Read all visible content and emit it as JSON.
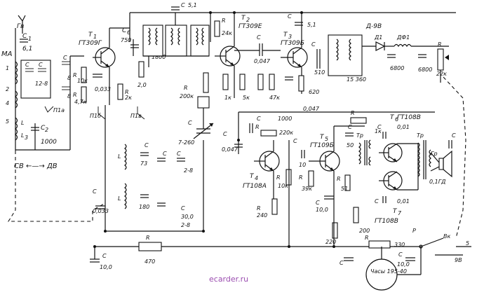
{
  "watermark": "ecarder.ru",
  "band_switch_caption": "CB ←—→ ДB",
  "antenna": {
    "label": "Гв",
    "ma_label": "MA"
  },
  "transistors": [
    {
      "ref": "T1",
      "type": "ГТ309Г"
    },
    {
      "ref": "T2",
      "type": "ГТ309E"
    },
    {
      "ref": "T3",
      "type": "ГТ309Б"
    },
    {
      "ref": "T4",
      "type": "ГТ108A"
    },
    {
      "ref": "T5",
      "type": "ГТ109Б"
    },
    {
      "ref": "T6",
      "type": "ГТ108B"
    },
    {
      "ref": "T7",
      "type": "ГТ108B"
    }
  ],
  "resistors": [
    {
      "ref": "R1",
      "value": ""
    },
    {
      "ref": "R2",
      "value": "10к"
    },
    {
      "ref": "R3",
      "value": "4,7к"
    },
    {
      "ref": "R4",
      "value": "2к"
    },
    {
      "ref": "R5",
      "value": "200к"
    },
    {
      "ref": "R6",
      "value": "24к"
    },
    {
      "ref": "R7",
      "value": "1к"
    },
    {
      "ref": "R8",
      "value": "5к"
    },
    {
      "ref": "R9",
      "value": ""
    },
    {
      "ref": "R10",
      "value": "47к"
    },
    {
      "ref": "R11",
      "value": "620"
    },
    {
      "ref": "R12",
      "value": ""
    },
    {
      "ref": "R13",
      "value": "22к"
    },
    {
      "ref": "R14",
      "value": "470"
    },
    {
      "ref": "R15",
      "value": "220к"
    },
    {
      "ref": "R16",
      "value": "240"
    },
    {
      "ref": "R17",
      "value": "10к"
    },
    {
      "ref": "R18",
      "value": "39к"
    },
    {
      "ref": "R19",
      "value": ""
    },
    {
      "ref": "R20",
      "value": "51"
    },
    {
      "ref": "R21",
      "value": "1к"
    },
    {
      "ref": "R22",
      "value": "220"
    },
    {
      "ref": "R23",
      "value": ""
    },
    {
      "ref": "R24",
      "value": "200"
    },
    {
      "ref": "R25",
      "value": "330"
    }
  ],
  "capacitors": [
    {
      "ref": "C1",
      "value": "6,1"
    },
    {
      "ref": "C2",
      "value": "1000"
    },
    {
      "ref": "C3",
      "value": "0,033"
    },
    {
      "ref": "C6",
      "value": "750"
    },
    {
      "ref": "C9",
      "value": "1800"
    },
    {
      "ref": "C14",
      "value": "5,1"
    },
    {
      "ref": "C15",
      "value": "5,1"
    },
    {
      "ref": "C16",
      "value": "0,047"
    },
    {
      "ref": "C17",
      "value": "0,047"
    },
    {
      "ref": "C18",
      "value": "6800"
    },
    {
      "ref": "C19",
      "value": "6800"
    },
    {
      "ref": "C20",
      "value": "510"
    },
    {
      "ref": "C22",
      "value": ""
    },
    {
      "ref": "C23",
      "value": "180"
    },
    {
      "ref": "C24",
      "value": ""
    },
    {
      "ref": "C25",
      "value": "0,033"
    },
    {
      "ref": "C26",
      "value": "10,0"
    },
    {
      "ref": "C27",
      "value": "0,047"
    },
    {
      "ref": "C28",
      "value": "10"
    },
    {
      "ref": "C29",
      "value": "10,0"
    },
    {
      "ref": "C30",
      "value": "50"
    },
    {
      "ref": "C31",
      "value": "0,01"
    },
    {
      "ref": "C32",
      "value": "0,01"
    },
    {
      "ref": "C33",
      "value": "10,0"
    },
    {
      "ref": "C35",
      "value": "10"
    },
    {
      "ref": "C36",
      "value": "1000"
    },
    {
      "ref": "C37",
      "value": "30,0"
    },
    {
      "ref": "C38",
      "value": ""
    },
    {
      "ref": "C39",
      "value": ""
    }
  ],
  "tuning_cap": {
    "ref": "C40",
    "value": "7-260"
  },
  "detector": {
    "ref": "Д1",
    "type": "Д-9B",
    "lf_label": "ДФ1"
  },
  "transformers": [
    {
      "ref": "Tp1"
    },
    {
      "ref": "Tp2"
    }
  ],
  "power": {
    "switch": "Bк",
    "battery": "5",
    "battery_label": "9B"
  },
  "clock": {
    "label": "Часы 195-40"
  },
  "speaker": {
    "label": "Гр",
    "type": "0,1ГД"
  },
  "switch_labels": {
    "p1a": "П1a",
    "p1b": "П1б",
    "p1c": "П1в"
  },
  "misc_values": {
    "v_4_7": "4,7",
    "v_12_8": "12-8",
    "v_2_8": "2-8",
    "v_73": "73",
    "v_15_360": "15 360",
    "p_label": "P"
  }
}
